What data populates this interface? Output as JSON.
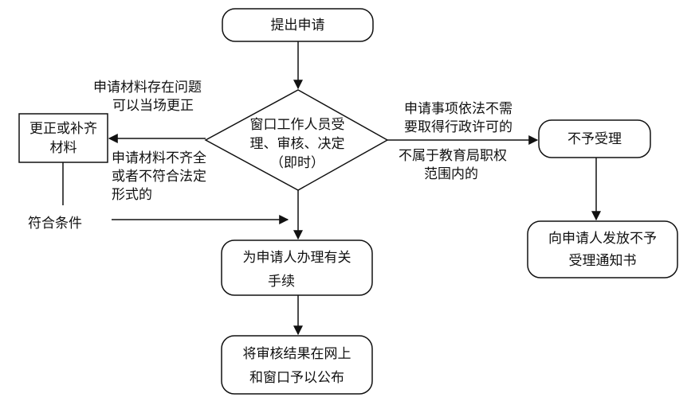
{
  "diagram": {
    "nodes": {
      "submit": "提出申请",
      "window_review_line1": "窗口工作人员受",
      "window_review_line2": "理、审核、决定",
      "window_review_line3": "（即时）",
      "correct_line1": "更正或补齐",
      "correct_line2": "材料",
      "handle_line1": "为申请人办理有关",
      "handle_line2": "手续",
      "publish_line1": "将审核结果在网上",
      "publish_line2": "和窗口予以公布",
      "reject": "不予受理",
      "notice_line1": "向申请人发放不予",
      "notice_line2": "受理通知书"
    },
    "edge_labels": {
      "fix_onsite_line1": "申请材料存在问题",
      "fix_onsite_line2": "可以当场更正",
      "incomplete_line1": "申请材料不齐全",
      "incomplete_line2": "或者不符合法定",
      "incomplete_line3": "形式的",
      "meets": "符合条件",
      "no_permit_line1": "申请事项依法不需",
      "no_permit_line2": "要取得行政许可的",
      "not_jurisdiction_line1": "不属于教育局职权",
      "not_jurisdiction_line2": "范围内的"
    }
  }
}
